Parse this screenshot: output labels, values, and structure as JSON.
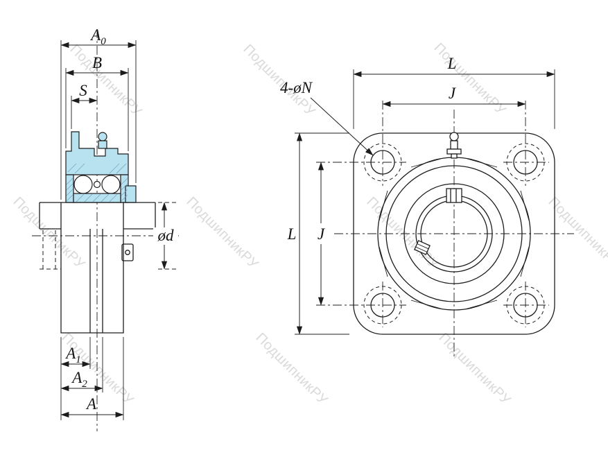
{
  "watermark": {
    "text": "ПодшипникРУ",
    "color": "#c2c2c2"
  },
  "colors": {
    "line": "#1c1c1c",
    "section_fill": "#b9e2f1",
    "background": "#ffffff"
  },
  "left_view": {
    "labels": {
      "a0_base": "A",
      "a0_sub": "0",
      "b": "B",
      "s": "S",
      "od": "ød",
      "a1_base": "A",
      "a1_sub": "1",
      "a2_base": "A",
      "a2_sub": "2",
      "a": "A"
    }
  },
  "right_view": {
    "labels": {
      "l_top": "L",
      "j_top": "J",
      "l_left": "L",
      "j_left": "J",
      "holes_note": "4-øN"
    }
  }
}
